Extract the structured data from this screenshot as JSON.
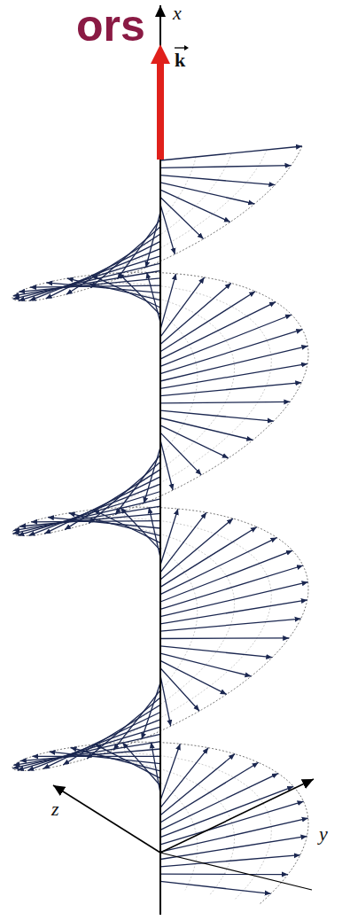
{
  "diagram": {
    "title": "ors",
    "labels": [
      "x",
      "k",
      "y",
      "z"
    ]
  }
}
